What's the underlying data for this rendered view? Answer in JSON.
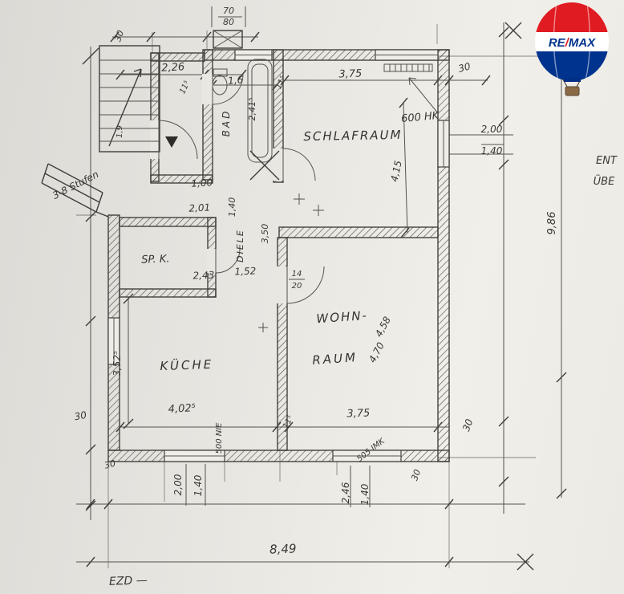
{
  "logo": {
    "re": "RE",
    "slash": "/",
    "max": "MAX"
  },
  "rooms": {
    "schlafraum": "SCHLAFRAUM",
    "bad": "BAD",
    "diele": "DIELE",
    "spk": "SP. K.",
    "kueche": "KÜCHE",
    "wohn": "WOHN-",
    "raum": "RAUM"
  },
  "dims": {
    "d70": "70",
    "d80": "80",
    "d30_tl": "30",
    "d226": "2,26",
    "d115a": "11⁵",
    "d16": "1,6",
    "d115b": "11⁵",
    "d375t": "3,75",
    "d30_tr": "30",
    "d200r": "2,00",
    "d140r": "1,40",
    "d986": "9,86",
    "d2415": "2,41⁵",
    "d415": "4,15",
    "d19": "1,9",
    "d100": "1,00",
    "d201": "2,01",
    "d140d": "1,40",
    "d350": "3,50",
    "d243": "2,43",
    "d152": "1,52",
    "d14": "14",
    "d20": "20",
    "d458": "4,58",
    "d470": "4,70",
    "d3525": "3,52⁵",
    "d30_l": "30",
    "d4025": "4,02⁵",
    "d115c": "11⁵",
    "d375b": "3,75",
    "d30_br": "30",
    "d30_bl": "30",
    "d30_b2": "30",
    "d200b": "2,00",
    "d140b": "1,40",
    "d246": "2,46",
    "d140c": "1,40",
    "d849": "8,49"
  },
  "notes": {
    "hk": "600 HK",
    "stufen": "3-8 Stufen",
    "nie": "500 NIE",
    "imk": "505 IMK",
    "ent": "ENT",
    "ube": "ÜBE",
    "ezd": "EZD —"
  }
}
